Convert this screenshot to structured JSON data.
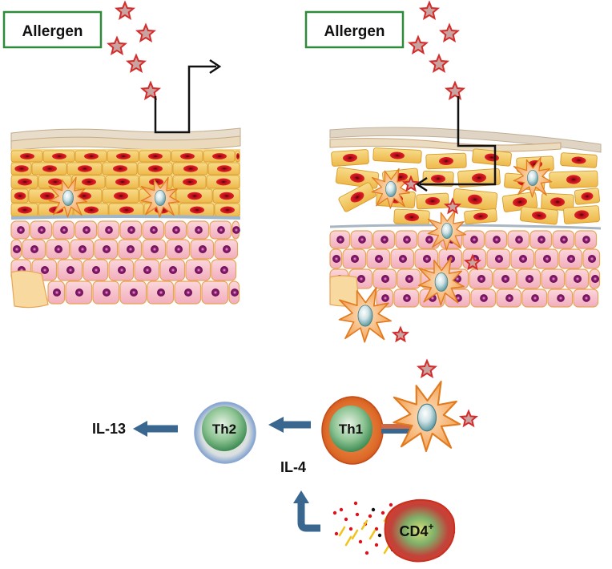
{
  "labels": {
    "allergen_left": "Allergen",
    "allergen_right": "Allergen",
    "th1": "Th1",
    "th2": "Th2",
    "il4": "IL-4",
    "il13": "IL-13",
    "cd4": "CD4",
    "cd4_superscript": "+"
  },
  "colors": {
    "box_border": "#2e8b3a",
    "star_fill": "#c9a3a0",
    "star_stroke": "#d42b2b",
    "arrow_blue": "#3a6790",
    "corneocyte": "#f1c862",
    "corneocyte_edge": "#d99a2a",
    "red_nucleus": "#d8141e",
    "basal_cell": "#f4bcc6",
    "basal_edge": "#e8a455",
    "purple_nucleus": "#8a1b6e",
    "dendritic": "#f3a55c",
    "dendritic_edge": "#e27a1e",
    "nucleus_teal": "#5d9aa2",
    "th1_outer": "#d9561f",
    "th2_outer": "#5d88c8",
    "inner_green": "#6fae7a",
    "cd4_red": "#d33a2a"
  }
}
